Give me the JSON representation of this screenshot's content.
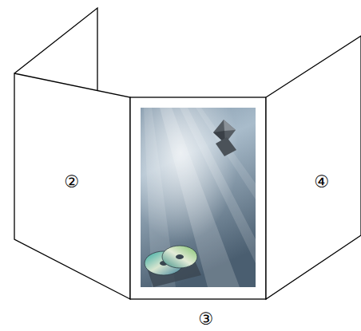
{
  "diagram": {
    "nodes": [
      {
        "text": [
          "②"
        ]
      },
      {
        "text": [
          "③"
        ]
      },
      {
        "text": [
          "④"
        ]
      }
    ]
  }
}
